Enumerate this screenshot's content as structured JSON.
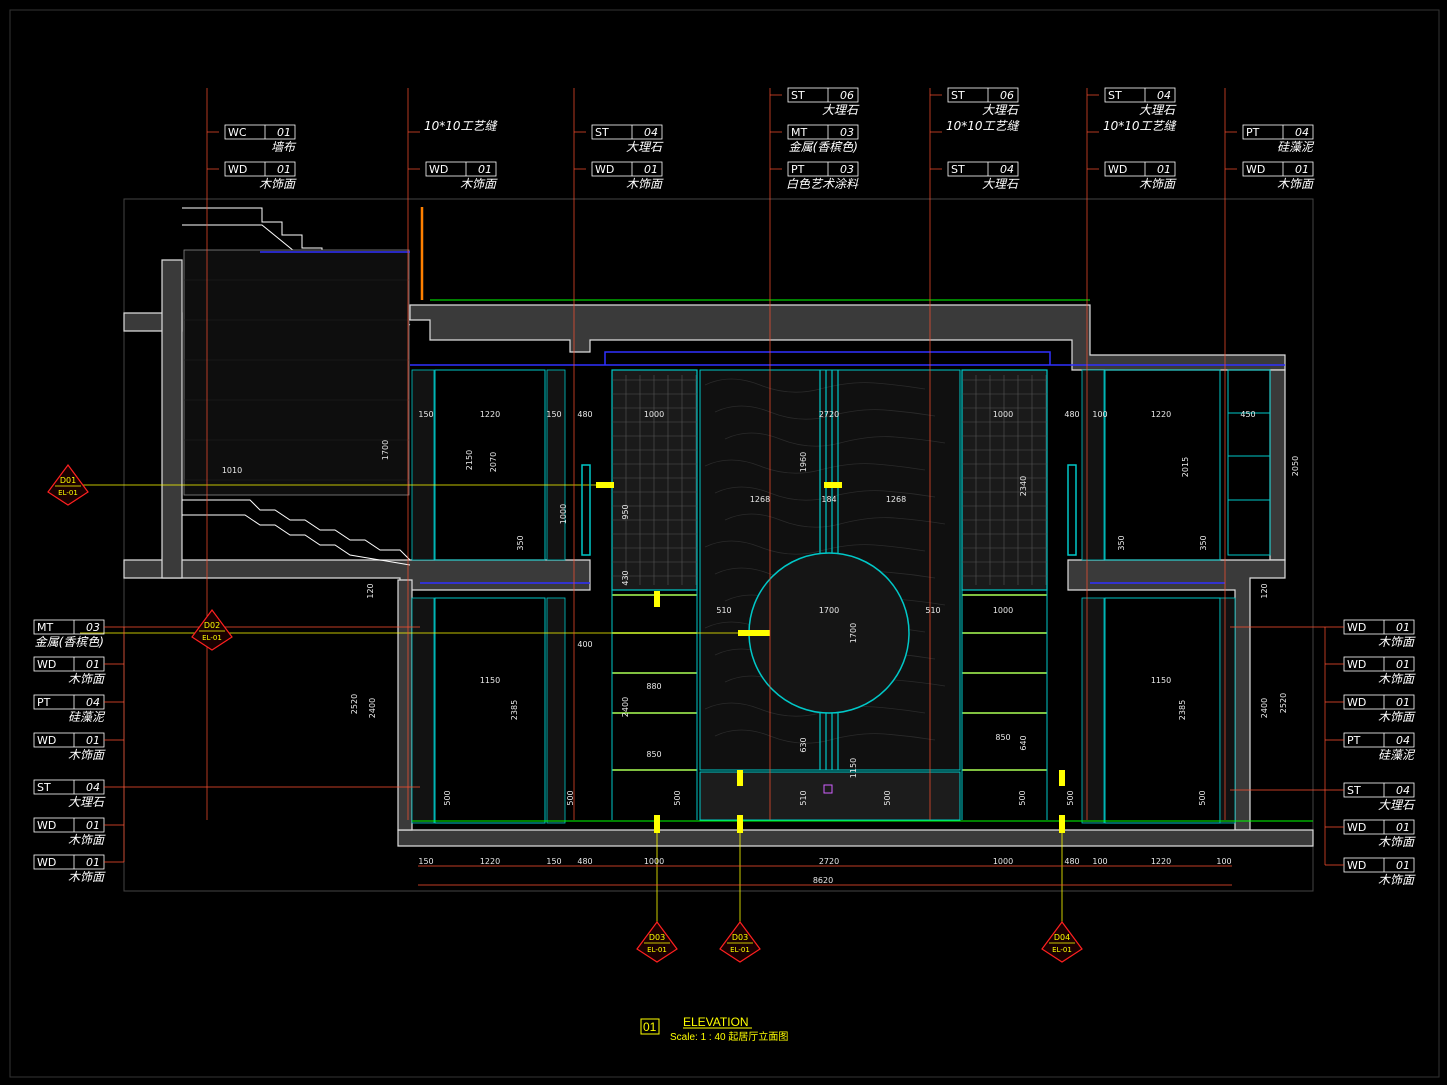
{
  "top_tags": [
    {
      "code": "WC",
      "num": "01",
      "desc": "墙布"
    },
    {
      "code": "WD",
      "num": "01",
      "desc": "木饰面"
    },
    {
      "code": "",
      "num": "",
      "desc": "10*10工艺缝"
    },
    {
      "code": "WD",
      "num": "01",
      "desc": "木饰面"
    },
    {
      "code": "ST",
      "num": "04",
      "desc": "大理石"
    },
    {
      "code": "WD",
      "num": "01",
      "desc": "木饰面"
    },
    {
      "code": "ST",
      "num": "06",
      "desc": "大理石"
    },
    {
      "code": "MT",
      "num": "03",
      "desc": "金属(香槟色)"
    },
    {
      "code": "PT",
      "num": "03",
      "desc": "白色艺术涂料"
    },
    {
      "code": "ST",
      "num": "06",
      "desc": "大理石"
    },
    {
      "code": "",
      "num": "",
      "desc": "10*10工艺缝"
    },
    {
      "code": "ST",
      "num": "04",
      "desc": "大理石"
    },
    {
      "code": "ST",
      "num": "04",
      "desc": "大理石"
    },
    {
      "code": "",
      "num": "",
      "desc": "10*10工艺缝"
    },
    {
      "code": "WD",
      "num": "01",
      "desc": "木饰面"
    },
    {
      "code": "PT",
      "num": "04",
      "desc": "硅藻泥"
    },
    {
      "code": "WD",
      "num": "01",
      "desc": "木饰面"
    }
  ],
  "left_tags": [
    {
      "code": "MT",
      "num": "03",
      "desc": "金属(香槟色)"
    },
    {
      "code": "WD",
      "num": "01",
      "desc": "木饰面"
    },
    {
      "code": "PT",
      "num": "04",
      "desc": "硅藻泥"
    },
    {
      "code": "WD",
      "num": "01",
      "desc": "木饰面"
    },
    {
      "code": "ST",
      "num": "04",
      "desc": "大理石"
    },
    {
      "code": "WD",
      "num": "01",
      "desc": "木饰面"
    },
    {
      "code": "WD",
      "num": "01",
      "desc": "木饰面"
    }
  ],
  "right_tags": [
    {
      "code": "WD",
      "num": "01",
      "desc": "木饰面"
    },
    {
      "code": "WD",
      "num": "01",
      "desc": "木饰面"
    },
    {
      "code": "WD",
      "num": "01",
      "desc": "木饰面"
    },
    {
      "code": "PT",
      "num": "04",
      "desc": "硅藻泥"
    },
    {
      "code": "ST",
      "num": "04",
      "desc": "大理石"
    },
    {
      "code": "WD",
      "num": "01",
      "desc": "木饰面"
    },
    {
      "code": "WD",
      "num": "01",
      "desc": "木饰面"
    }
  ],
  "section_markers": [
    {
      "id": "D01",
      "ref": "EL-01"
    },
    {
      "id": "D02",
      "ref": "EL-01"
    },
    {
      "id": "D03",
      "ref": "EL-01"
    },
    {
      "id": "D03",
      "ref": "EL-01"
    },
    {
      "id": "D04",
      "ref": "EL-01"
    }
  ],
  "bottom_dims": [
    "150",
    "1220",
    "150",
    "480",
    "1000",
    "2720",
    "1000",
    "480",
    "100",
    "1220",
    "100"
  ],
  "total_dim": "8620",
  "inner_dims": {
    "upper": [
      "150",
      "1220",
      "150",
      "480",
      "1000",
      "2720",
      "1000",
      "480",
      "100",
      "1220",
      "450"
    ],
    "center_a": "1268",
    "center_b": "184",
    "center_c": "1268",
    "circle_w": "1700",
    "circle_h": "1700",
    "side_left": "510",
    "side_right": "510",
    "v1960": "1960",
    "v630": "630",
    "v1150": "1150",
    "v510": "510",
    "h2150": "2150",
    "h2070": "2070",
    "h1700": "1700",
    "h2015": "2015",
    "h2050": "2050",
    "h2520": "2520",
    "h2400": "2400",
    "h2385": "2385",
    "h2400r": "2400",
    "h2520r": "2520",
    "w1150": "1150",
    "w1150r": "1150",
    "w880": "880",
    "w850": "850",
    "w850r": "850",
    "w1000": "1000",
    "w400": "400",
    "d1010": "1010",
    "d350": "350",
    "d500": "500",
    "d120": "120",
    "d2340": "2340",
    "d950": "950",
    "d1000": "1000",
    "d430": "430",
    "d2400": "2400",
    "d640": "640"
  },
  "title": {
    "number": "01",
    "name": "ELEVATION",
    "scale": "Scale: 1 : 40  起居厅立面图"
  },
  "colors": {
    "background": "#000000",
    "wall": "#ffffff",
    "cyan": "#00c8c8",
    "green": "#00ff00",
    "blue": "#3030ff",
    "orange": "#ff8000",
    "yellow": "#ffff00",
    "red_leader": "#ff5030",
    "marker": "#ff2020"
  }
}
